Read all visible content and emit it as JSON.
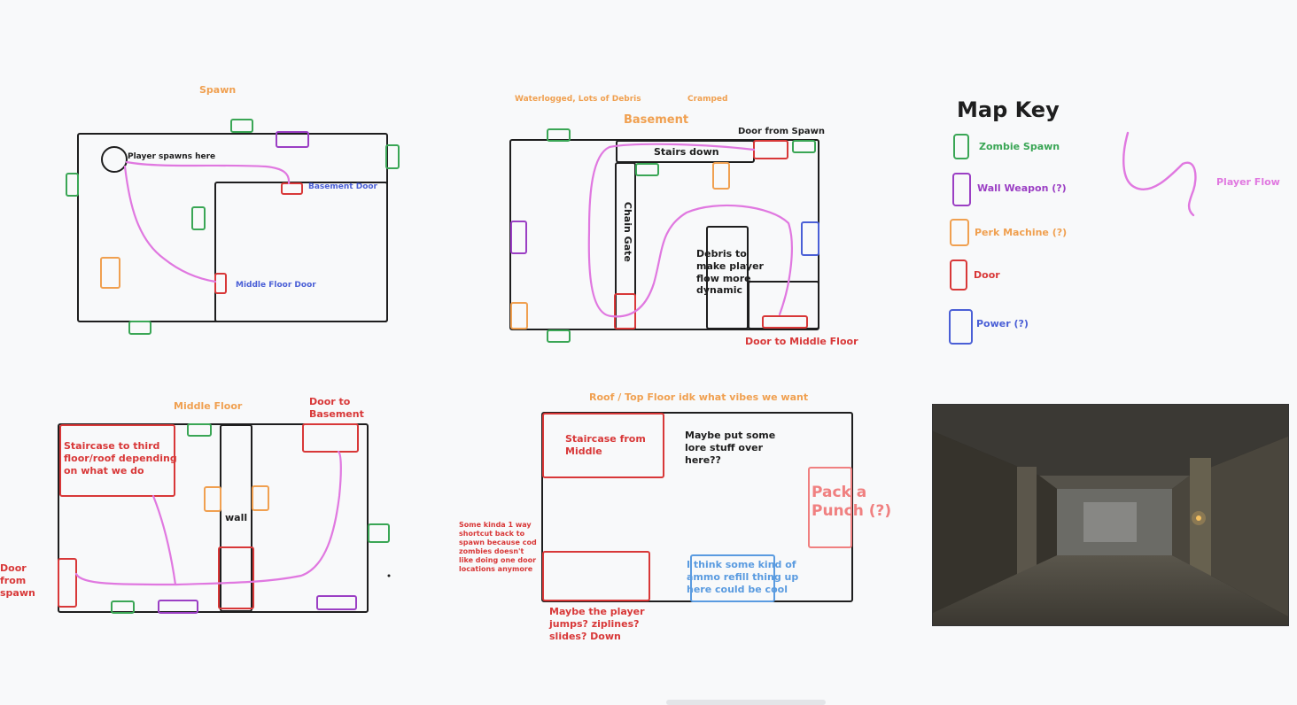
{
  "spawn": {
    "title": "Spawn",
    "player_spawns": "Player spawns here",
    "basement_door": "Basement Door",
    "middle_floor_door": "Middle Floor Door"
  },
  "basement": {
    "note_waterlogged": "Waterlogged, Lots of Debris",
    "note_cramped": "Cramped",
    "title": "Basement",
    "door_from_spawn": "Door from Spawn",
    "stairs_down": "Stairs down",
    "chain_gate": "Chain Gate",
    "debris_line1": "Debris to",
    "debris_line2": "make player",
    "debris_line3": "flow more",
    "debris_line4": "dynamic",
    "door_to_middle": "Door to Middle Floor"
  },
  "key": {
    "title": "Map Key",
    "zombie_spawn": "Zombie Spawn",
    "wall_weapon": "Wall Weapon (?)",
    "perk_machine": "Perk Machine (?)",
    "door": "Door",
    "power": "Power (?)",
    "player_flow": "Player Flow"
  },
  "middle": {
    "title": "Middle Floor",
    "door_to_basement": "Door to Basement",
    "staircase": "Staircase to third floor/roof depending on what we do",
    "wall": "wall",
    "door_from_spawn": "Door from spawn"
  },
  "roof": {
    "title": "Roof / Top Floor idk what vibes we want",
    "staircase_from_middle": "Staircase from Middle",
    "lore": "Maybe put some lore stuff over here??",
    "pack_a_punch": "Pack a Punch (?)",
    "shortcut_note": "Some kinda 1 way shortcut back to spawn because cod zombies doesn't like doing one door locations anymore",
    "jumps_note": "Maybe the player jumps? ziplines? slides? Down",
    "ammo_note": "I think some kind of ammo refill thing up here could be cool"
  },
  "colors": {
    "background": "#f8f9fa",
    "zombie_spawn": "#3aa655",
    "wall_weapon": "#9b3fc4",
    "perk_machine": "#f0a050",
    "door": "#d83838",
    "power": "#4a5fd6",
    "player_flow": "#e078e0",
    "wall": "#1e1e1e"
  },
  "reference_image": {
    "icon": "reference-photo-basement-corridor"
  }
}
